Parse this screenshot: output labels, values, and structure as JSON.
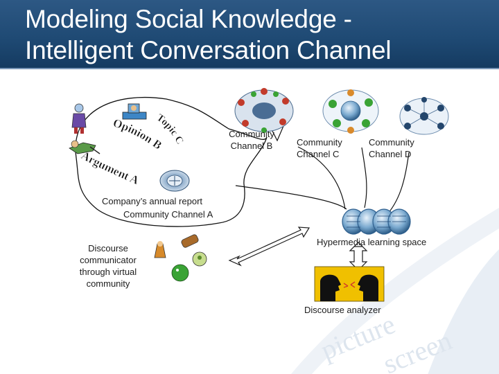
{
  "title": {
    "line1": "Modeling Social Knowledge -",
    "line2": "Intelligent Conversation Channel"
  },
  "channels": {
    "a_title": "Company’s annual report",
    "a_subtitle": "Community Channel A",
    "b_line1": "Community",
    "b_line2": "Channel B",
    "c_line1": "Community",
    "c_line2": "Channel C",
    "d_line1": "Community",
    "d_line2": "Channel D"
  },
  "curved_labels": {
    "opinion": "Opinion B",
    "argument": "Argument A",
    "topic": "Topic C"
  },
  "discourse_communicator": {
    "line1": "Discourse",
    "line2": "communicator",
    "line3": "through virtual",
    "line4": "community"
  },
  "hypermedia_label": "Hypermedia learning space",
  "analyzer_label": "Discourse analyzer",
  "colors": {
    "title_bar": "#1f4a74",
    "title_text": "#ffffff",
    "arrow_fill": "#ffffff",
    "analyzer_bg": "#f0c000",
    "cluster_green": "#3aa335"
  },
  "icons": [
    "person-icon",
    "computer-user-icon",
    "group-circle-icon",
    "globe-library-icon",
    "face-profile-icon",
    "pointing-hand-icon",
    "double-arrow-icon"
  ]
}
